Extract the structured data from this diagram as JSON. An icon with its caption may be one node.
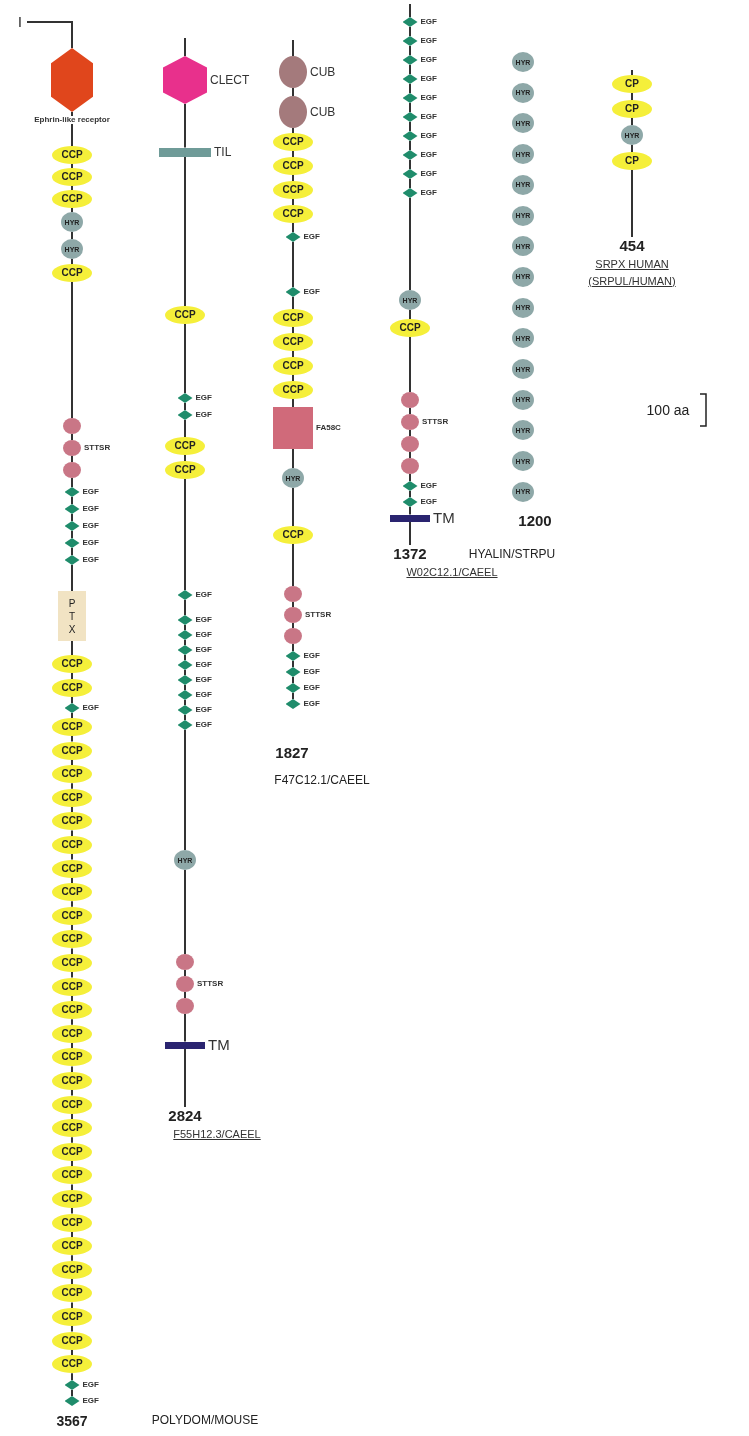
{
  "diagram": {
    "nodes": [
      {
        "text": [],
        "shape": "hexagon",
        "beside": [
          "Ephrin-like receptor"
        ]
      },
      {
        "text": [
          "CCP"
        ]
      },
      {
        "text": [
          "CCP"
        ]
      },
      {
        "text": [
          "CCP"
        ]
      },
      {
        "text": [
          "HYR"
        ]
      },
      {
        "text": [
          "HYR"
        ]
      },
      {
        "text": [
          "CCP"
        ]
      },
      {
        "text": [],
        "shape": "circle"
      },
      {
        "text": [],
        "shape": "circle",
        "beside": [
          "STTSR"
        ]
      },
      {
        "text": [],
        "shape": "circle"
      },
      {
        "text": [],
        "shape": "diamond",
        "beside": [
          "EGF"
        ]
      },
      {
        "text": [],
        "shape": "diamond",
        "beside": [
          "EGF"
        ]
      },
      {
        "text": [],
        "shape": "diamond",
        "beside": [
          "EGF"
        ]
      },
      {
        "text": [],
        "shape": "diamond",
        "beside": [
          "EGF"
        ]
      },
      {
        "text": [],
        "shape": "diamond",
        "beside": [
          "EGF"
        ]
      },
      {
        "text": [
          "PTX"
        ]
      },
      {
        "text": [
          "CCP"
        ]
      },
      {
        "text": [
          "CCP"
        ]
      },
      {
        "text": [],
        "shape": "diamond",
        "beside": [
          "EGF"
        ]
      },
      {
        "text": [
          "CCP"
        ]
      },
      {
        "text": [
          "CCP"
        ]
      },
      {
        "text": [
          "CCP"
        ]
      },
      {
        "text": [
          "CCP"
        ]
      },
      {
        "text": [
          "CCP"
        ]
      },
      {
        "text": [
          "CCP"
        ]
      },
      {
        "text": [
          "CCP"
        ]
      },
      {
        "text": [
          "CCP"
        ]
      },
      {
        "text": [
          "CCP"
        ]
      },
      {
        "text": [
          "CCP"
        ]
      },
      {
        "text": [
          "CCP"
        ]
      },
      {
        "text": [
          "CCP"
        ]
      },
      {
        "text": [
          "CCP"
        ]
      },
      {
        "text": [
          "CCP"
        ]
      },
      {
        "text": [
          "CCP"
        ]
      },
      {
        "text": [
          "CCP"
        ]
      },
      {
        "text": [
          "CCP"
        ]
      },
      {
        "text": [
          "CCP"
        ]
      },
      {
        "text": [
          "CCP"
        ]
      },
      {
        "text": [
          "CCP"
        ]
      },
      {
        "text": [
          "CCP"
        ]
      },
      {
        "text": [
          "CCP"
        ]
      },
      {
        "text": [
          "CCP"
        ]
      },
      {
        "text": [
          "CCP"
        ]
      },
      {
        "text": [
          "CCP"
        ]
      },
      {
        "text": [
          "CCP"
        ]
      },
      {
        "text": [
          "CCP"
        ]
      },
      {
        "text": [
          "CCP"
        ]
      },
      {
        "text": [],
        "shape": "diamond",
        "beside": [
          "EGF"
        ]
      },
      {
        "text": [],
        "shape": "diamond",
        "beside": [
          "EGF"
        ]
      },
      {
        "text": [],
        "shape": "hexagon",
        "beside": [
          "CLECT"
        ]
      },
      {
        "text": [],
        "shape": "bar",
        "beside": [
          "TIL"
        ]
      },
      {
        "text": [
          "CCP"
        ]
      },
      {
        "text": [],
        "shape": "diamond",
        "beside": [
          "EGF"
        ]
      },
      {
        "text": [],
        "shape": "diamond",
        "beside": [
          "EGF"
        ]
      },
      {
        "text": [
          "CCP"
        ]
      },
      {
        "text": [
          "CCP"
        ]
      },
      {
        "text": [],
        "shape": "diamond",
        "beside": [
          "EGF"
        ]
      },
      {
        "text": [],
        "shape": "diamond",
        "beside": [
          "EGF"
        ]
      },
      {
        "text": [],
        "shape": "diamond",
        "beside": [
          "EGF"
        ]
      },
      {
        "text": [],
        "shape": "diamond",
        "beside": [
          "EGF"
        ]
      },
      {
        "text": [],
        "shape": "diamond",
        "beside": [
          "EGF"
        ]
      },
      {
        "text": [],
        "shape": "diamond",
        "beside": [
          "EGF"
        ]
      },
      {
        "text": [],
        "shape": "diamond",
        "beside": [
          "EGF"
        ]
      },
      {
        "text": [],
        "shape": "diamond",
        "beside": [
          "EGF"
        ]
      },
      {
        "text": [],
        "shape": "diamond",
        "beside": [
          "EGF"
        ]
      },
      {
        "text": [
          "HYR"
        ]
      },
      {
        "text": [],
        "shape": "circle"
      },
      {
        "text": [],
        "shape": "circle",
        "beside": [
          "STTSR"
        ]
      },
      {
        "text": [],
        "shape": "circle"
      },
      {
        "text": [],
        "shape": "bar",
        "beside": [
          "TM"
        ]
      },
      {
        "text": [],
        "shape": "circle",
        "beside": [
          "CUB"
        ]
      },
      {
        "text": [],
        "shape": "circle",
        "beside": [
          "CUB"
        ]
      },
      {
        "text": [
          "CCP"
        ]
      },
      {
        "text": [
          "CCP"
        ]
      },
      {
        "text": [
          "CCP"
        ]
      },
      {
        "text": [
          "CCP"
        ]
      },
      {
        "text": [],
        "shape": "diamond",
        "beside": [
          "EGF"
        ]
      },
      {
        "text": [],
        "shape": "diamond",
        "beside": [
          "EGF"
        ]
      },
      {
        "text": [
          "CCP"
        ]
      },
      {
        "text": [
          "CCP"
        ]
      },
      {
        "text": [
          "CCP"
        ]
      },
      {
        "text": [
          "CCP"
        ]
      },
      {
        "text": [],
        "shape": "box",
        "beside": [
          "FA58C"
        ]
      },
      {
        "text": [
          "HYR"
        ]
      },
      {
        "text": [
          "CCP"
        ]
      },
      {
        "text": [],
        "shape": "circle"
      },
      {
        "text": [],
        "shape": "circle",
        "beside": [
          "STTSR"
        ]
      },
      {
        "text": [],
        "shape": "circle"
      },
      {
        "text": [],
        "shape": "diamond",
        "beside": [
          "EGF"
        ]
      },
      {
        "text": [],
        "shape": "diamond",
        "beside": [
          "EGF"
        ]
      },
      {
        "text": [],
        "shape": "diamond",
        "beside": [
          "EGF"
        ]
      },
      {
        "text": [],
        "shape": "diamond",
        "beside": [
          "EGF"
        ]
      },
      {
        "text": [],
        "shape": "diamond",
        "beside": [
          "EGF"
        ]
      },
      {
        "text": [],
        "shape": "diamond",
        "beside": [
          "EGF"
        ]
      },
      {
        "text": [],
        "shape": "diamond",
        "beside": [
          "EGF"
        ]
      },
      {
        "text": [],
        "shape": "diamond",
        "beside": [
          "EGF"
        ]
      },
      {
        "text": [],
        "shape": "diamond",
        "beside": [
          "EGF"
        ]
      },
      {
        "text": [],
        "shape": "diamond",
        "beside": [
          "EGF"
        ]
      },
      {
        "text": [],
        "shape": "diamond",
        "beside": [
          "EGF"
        ]
      },
      {
        "text": [],
        "shape": "diamond",
        "beside": [
          "EGF"
        ]
      },
      {
        "text": [],
        "shape": "diamond",
        "beside": [
          "EGF"
        ]
      },
      {
        "text": [],
        "shape": "diamond",
        "beside": [
          "EGF"
        ]
      },
      {
        "text": [
          "HYR"
        ]
      },
      {
        "text": [
          "CCP"
        ]
      },
      {
        "text": [],
        "shape": "circle"
      },
      {
        "text": [],
        "shape": "circle",
        "beside": [
          "STTSR"
        ]
      },
      {
        "text": [],
        "shape": "circle"
      },
      {
        "text": [],
        "shape": "circle"
      },
      {
        "text": [],
        "shape": "diamond",
        "beside": [
          "EGF"
        ]
      },
      {
        "text": [],
        "shape": "diamond",
        "beside": [
          "EGF"
        ]
      },
      {
        "text": [],
        "shape": "bar",
        "beside": [
          "TM"
        ]
      },
      {
        "text": [
          "HYR"
        ]
      },
      {
        "text": [
          "HYR"
        ]
      },
      {
        "text": [
          "HYR"
        ]
      },
      {
        "text": [
          "HYR"
        ]
      },
      {
        "text": [
          "HYR"
        ]
      },
      {
        "text": [
          "HYR"
        ]
      },
      {
        "text": [
          "HYR"
        ]
      },
      {
        "text": [
          "HYR"
        ]
      },
      {
        "text": [
          "HYR"
        ]
      },
      {
        "text": [
          "HYR"
        ]
      },
      {
        "text": [
          "HYR"
        ]
      },
      {
        "text": [
          "HYR"
        ]
      },
      {
        "text": [
          "HYR"
        ]
      },
      {
        "text": [
          "HYR"
        ]
      },
      {
        "text": [
          "HYR"
        ]
      },
      {
        "text": [
          "CP"
        ]
      },
      {
        "text": [
          "CP"
        ]
      },
      {
        "text": [
          "HYR"
        ]
      },
      {
        "text": [
          "CP"
        ]
      },
      {
        "text": [
          "I"
        ]
      },
      {
        "text": [
          "2824"
        ],
        "beside": [
          "F55H12.3/CAEEL"
        ]
      },
      {
        "text": [
          "1372"
        ],
        "beside": [
          "W02C12.1/CAEEL"
        ]
      },
      {
        "text": [
          "454"
        ],
        "beside": [
          "SRPX HUMAN",
          "(SRPUL/HUMAN)"
        ]
      }
    ],
    "edges": [
      {
        "from": 130,
        "to": 0,
        "arrow": "none"
      },
      {
        "from": 0,
        "to": 1,
        "arrow": "none"
      },
      {
        "from": 1,
        "to": 2,
        "arrow": "none"
      },
      {
        "from": 2,
        "to": 3,
        "arrow": "none"
      },
      {
        "from": 3,
        "to": 4,
        "arrow": "none"
      },
      {
        "from": 4,
        "to": 5,
        "arrow": "none"
      },
      {
        "from": 5,
        "to": 6,
        "arrow": "none"
      },
      {
        "from": 6,
        "to": 7,
        "arrow": "none"
      },
      {
        "from": 7,
        "to": 8,
        "arrow": "none"
      },
      {
        "from": 8,
        "to": 9,
        "arrow": "none"
      },
      {
        "from": 9,
        "to": 10,
        "arrow": "none"
      },
      {
        "from": 10,
        "to": 11,
        "arrow": "none"
      },
      {
        "from": 11,
        "to": 12,
        "arrow": "none"
      },
      {
        "from": 12,
        "to": 13,
        "arrow": "none"
      },
      {
        "from": 13,
        "to": 14,
        "arrow": "none"
      },
      {
        "from": 14,
        "to": 15,
        "arrow": "none"
      },
      {
        "from": 15,
        "to": 16,
        "arrow": "none"
      },
      {
        "from": 16,
        "to": 17,
        "arrow": "none"
      },
      {
        "from": 17,
        "to": 18,
        "arrow": "none"
      },
      {
        "from": 18,
        "to": 19,
        "arrow": "none"
      },
      {
        "from": 19,
        "to": 20,
        "arrow": "none"
      },
      {
        "from": 20,
        "to": 21,
        "arrow": "none"
      },
      {
        "from": 21,
        "to": 22,
        "arrow": "none"
      },
      {
        "from": 22,
        "to": 23,
        "arrow": "none"
      },
      {
        "from": 23,
        "to": 24,
        "arrow": "none"
      },
      {
        "from": 24,
        "to": 25,
        "arrow": "none"
      },
      {
        "from": 25,
        "to": 26,
        "arrow": "none"
      },
      {
        "from": 26,
        "to": 27,
        "arrow": "none"
      },
      {
        "from": 27,
        "to": 28,
        "arrow": "none"
      },
      {
        "from": 28,
        "to": 29,
        "arrow": "none"
      },
      {
        "from": 29,
        "to": 30,
        "arrow": "none"
      },
      {
        "from": 30,
        "to": 31,
        "arrow": "none"
      },
      {
        "from": 31,
        "to": 32,
        "arrow": "none"
      },
      {
        "from": 32,
        "to": 33,
        "arrow": "none"
      },
      {
        "from": 33,
        "to": 34,
        "arrow": "none"
      },
      {
        "from": 34,
        "to": 35,
        "arrow": "none"
      },
      {
        "from": 35,
        "to": 36,
        "arrow": "none"
      },
      {
        "from": 36,
        "to": 37,
        "arrow": "none"
      },
      {
        "from": 37,
        "to": 38,
        "arrow": "none"
      },
      {
        "from": 38,
        "to": 39,
        "arrow": "none"
      },
      {
        "from": 39,
        "to": 40,
        "arrow": "none"
      },
      {
        "from": 40,
        "to": 41,
        "arrow": "none"
      },
      {
        "from": 41,
        "to": 42,
        "arrow": "none"
      },
      {
        "from": 42,
        "to": 43,
        "arrow": "none"
      },
      {
        "from": 43,
        "to": 44,
        "arrow": "none"
      },
      {
        "from": 44,
        "to": 45,
        "arrow": "none"
      },
      {
        "from": 45,
        "to": 46,
        "arrow": "none"
      },
      {
        "from": 46,
        "to": 47,
        "arrow": "none"
      },
      {
        "from": 47,
        "to": 48,
        "arrow": "none"
      },
      {
        "from": null,
        "to": 49,
        "arrow": "none"
      },
      {
        "from": 49,
        "to": 50,
        "arrow": "none"
      },
      {
        "from": 50,
        "to": 51,
        "arrow": "none"
      },
      {
        "from": 51,
        "to": 52,
        "arrow": "none"
      },
      {
        "from": 52,
        "to": 53,
        "arrow": "none"
      },
      {
        "from": 53,
        "to": 54,
        "arrow": "none"
      },
      {
        "from": 54,
        "to": 55,
        "arrow": "none"
      },
      {
        "from": 55,
        "to": 56,
        "arrow": "none"
      },
      {
        "from": 56,
        "to": 57,
        "arrow": "none"
      },
      {
        "from": 57,
        "to": 58,
        "arrow": "none"
      },
      {
        "from": 58,
        "to": 59,
        "arrow": "none"
      },
      {
        "from": 59,
        "to": 60,
        "arrow": "none"
      },
      {
        "from": 60,
        "to": 61,
        "arrow": "none"
      },
      {
        "from": 61,
        "to": 62,
        "arrow": "none"
      },
      {
        "from": 62,
        "to": 63,
        "arrow": "none"
      },
      {
        "from": 63,
        "to": 64,
        "arrow": "none"
      },
      {
        "from": 64,
        "to": 65,
        "arrow": "none"
      },
      {
        "from": 65,
        "to": 66,
        "arrow": "none"
      },
      {
        "from": 66,
        "to": 67,
        "arrow": "none"
      },
      {
        "from": 67,
        "to": 68,
        "arrow": "none"
      },
      {
        "from": 68,
        "to": 69,
        "arrow": "none"
      },
      {
        "from": 69,
        "to": 131,
        "arrow": "none"
      },
      {
        "from": null,
        "to": 70,
        "arrow": "none"
      },
      {
        "from": 70,
        "to": 71,
        "arrow": "none"
      },
      {
        "from": 71,
        "to": 72,
        "arrow": "none"
      },
      {
        "from": 72,
        "to": 73,
        "arrow": "none"
      },
      {
        "from": 73,
        "to": 74,
        "arrow": "none"
      },
      {
        "from": 74,
        "to": 75,
        "arrow": "none"
      },
      {
        "from": 75,
        "to": 76,
        "arrow": "none"
      },
      {
        "from": 76,
        "to": 77,
        "arrow": "none"
      },
      {
        "from": 77,
        "to": 78,
        "arrow": "none"
      },
      {
        "from": 78,
        "to": 79,
        "arrow": "none"
      },
      {
        "from": 79,
        "to": 80,
        "arrow": "none"
      },
      {
        "from": 80,
        "to": 81,
        "arrow": "none"
      },
      {
        "from": 81,
        "to": 82,
        "arrow": "none"
      },
      {
        "from": 82,
        "to": 83,
        "arrow": "none"
      },
      {
        "from": 83,
        "to": 84,
        "arrow": "none"
      },
      {
        "from": 84,
        "to": 85,
        "arrow": "none"
      },
      {
        "from": 85,
        "to": 86,
        "arrow": "none"
      },
      {
        "from": 86,
        "to": 87,
        "arrow": "none"
      },
      {
        "from": 87,
        "to": 88,
        "arrow": "none"
      },
      {
        "from": 88,
        "to": 89,
        "arrow": "none"
      },
      {
        "from": 89,
        "to": 90,
        "arrow": "none"
      },
      {
        "from": 90,
        "to": 91,
        "arrow": "none"
      },
      {
        "from": null,
        "to": 92,
        "arrow": "none"
      },
      {
        "from": 92,
        "to": 93,
        "arrow": "none"
      },
      {
        "from": 93,
        "to": 94,
        "arrow": "none"
      },
      {
        "from": 94,
        "to": 95,
        "arrow": "none"
      },
      {
        "from": 95,
        "to": 96,
        "arrow": "none"
      },
      {
        "from": 96,
        "to": 97,
        "arrow": "none"
      },
      {
        "from": 97,
        "to": 98,
        "arrow": "none"
      },
      {
        "from": 98,
        "to": 99,
        "arrow": "none"
      },
      {
        "from": 99,
        "to": 100,
        "arrow": "none"
      },
      {
        "from": 100,
        "to": 101,
        "arrow": "none"
      },
      {
        "from": 101,
        "to": 102,
        "arrow": "none"
      },
      {
        "from": 102,
        "to": 103,
        "arrow": "none"
      },
      {
        "from": 103,
        "to": 104,
        "arrow": "none"
      },
      {
        "from": 104,
        "to": 105,
        "arrow": "none"
      },
      {
        "from": 105,
        "to": 106,
        "arrow": "none"
      },
      {
        "from": 106,
        "to": 107,
        "arrow": "none"
      },
      {
        "from": 107,
        "to": 108,
        "arrow": "none"
      },
      {
        "from": 108,
        "to": 109,
        "arrow": "none"
      },
      {
        "from": 109,
        "to": 110,
        "arrow": "none"
      },
      {
        "from": 110,
        "to": 132,
        "arrow": "none"
      },
      {
        "from": null,
        "to": 126,
        "arrow": "none"
      },
      {
        "from": 126,
        "to": 127,
        "arrow": "none"
      },
      {
        "from": 127,
        "to": 128,
        "arrow": "none"
      },
      {
        "from": 128,
        "to": 129,
        "arrow": "none"
      },
      {
        "from": 129,
        "to": 133,
        "arrow": "none"
      }
    ],
    "labels": [
      "100 aa",
      "1200",
      "HYALIN/STRPU",
      "1827",
      "F47C12.1/CAEEL",
      "3567",
      "POLYDOM/MOUSE"
    ]
  }
}
